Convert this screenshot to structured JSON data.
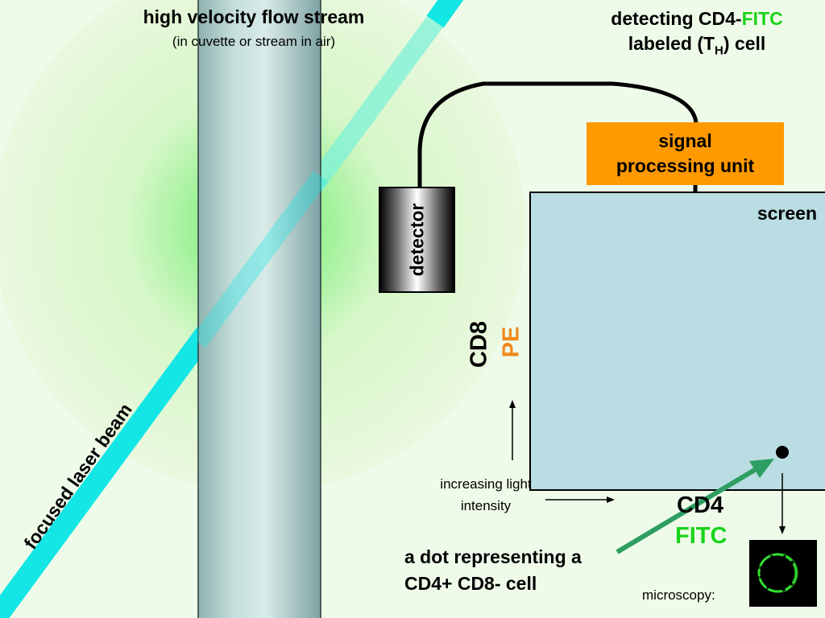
{
  "stream": {
    "title": "high velocity flow stream",
    "subtitle": "(in cuvette or stream in air)"
  },
  "detecting": {
    "line1_prefix": "detecting CD4-",
    "line1_fitc": "FITC",
    "line2_prefix": "labeled (T",
    "line2_sub": "H",
    "line2_suffix": ") cell"
  },
  "signal_unit": {
    "line1": "signal",
    "line2": "processing unit"
  },
  "screen": {
    "label": "screen"
  },
  "detector": {
    "label": "detector"
  },
  "y_axis": {
    "marker": "CD8",
    "fluor": "PE"
  },
  "x_axis": {
    "marker": "CD4",
    "fluor": "FITC"
  },
  "intensity": {
    "line1": "increasing light",
    "line2": "intensity"
  },
  "dot_caption": {
    "line1": "a dot representing a",
    "line2": "CD4+ CD8- cell"
  },
  "microscopy": {
    "label": "microscopy:"
  },
  "laser": {
    "label": "focused laser beam"
  },
  "colors": {
    "background": "#eefbe9",
    "laser": "#14e6e6",
    "fitc_green": "#19d419",
    "pe_orange": "#f08a1e",
    "signal_unit": "#ff9900",
    "screen": "#b9dde2",
    "pointer_arrow": "#2e9e62"
  }
}
